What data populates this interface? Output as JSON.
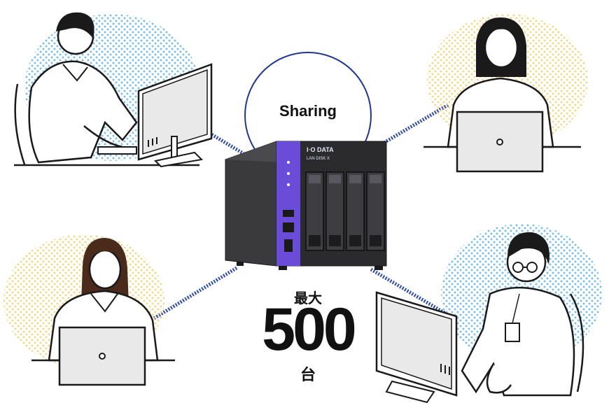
{
  "center": {
    "sharing_label": "Sharing",
    "max_label": "最大",
    "count": "500",
    "unit": "台"
  },
  "device": {
    "brand": "I·O DATA",
    "model": "LAN DISK X"
  },
  "colors": {
    "accent_blue": "#6a4cd8",
    "circle_blue": "#1f3690",
    "link_blue": "#2d4aa6",
    "dot_blue": "#7ec0e6",
    "dot_yellow": "#f2d98a",
    "nas_body": "#2b2b2e",
    "line": "#1a1a1a"
  },
  "users": [
    {
      "role": "man-desktop-top-left",
      "dots": "blue"
    },
    {
      "role": "woman-laptop-top-right",
      "dots": "yellow"
    },
    {
      "role": "woman-laptop-bottom-left",
      "dots": "yellow"
    },
    {
      "role": "man-desktop-bottom-right",
      "dots": "blue"
    }
  ]
}
